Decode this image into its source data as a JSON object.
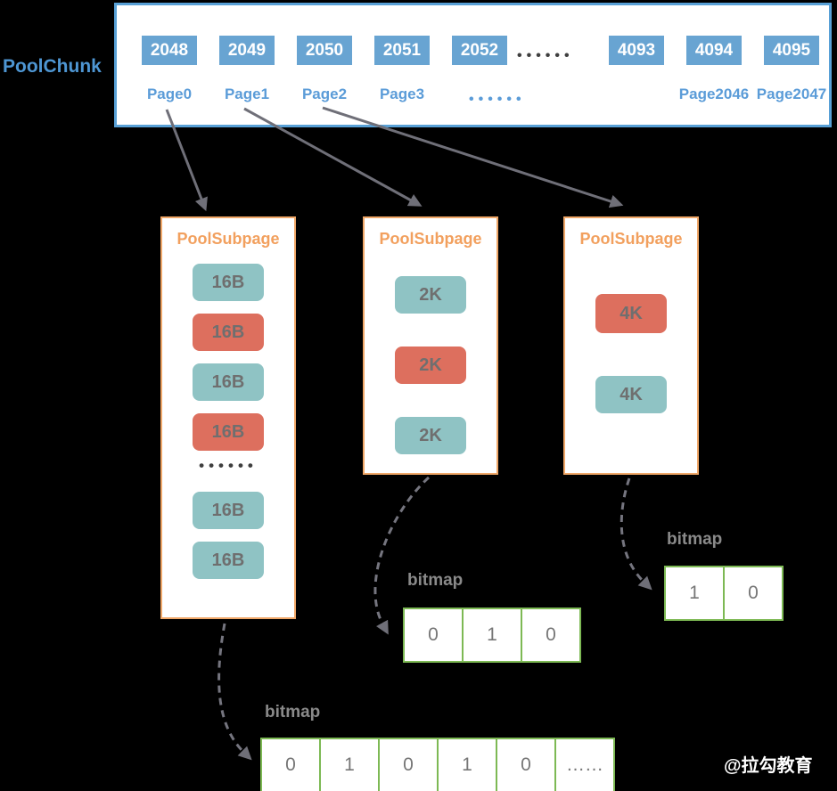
{
  "chunk": {
    "label": "PoolChunk",
    "blocks": [
      "2048",
      "2049",
      "2050",
      "2051",
      "2052",
      "4093",
      "4094",
      "4095"
    ],
    "pages": [
      "Page0",
      "Page1",
      "Page2",
      "Page3",
      "Page2046",
      "Page2047"
    ],
    "ellipsis_blocks": "••••••",
    "ellipsis_pages": "••••••"
  },
  "subpages": [
    {
      "title": "PoolSubpage",
      "ellipsis": "••••••",
      "blocks": [
        {
          "label": "16B",
          "state": "free"
        },
        {
          "label": "16B",
          "state": "used"
        },
        {
          "label": "16B",
          "state": "free"
        },
        {
          "label": "16B",
          "state": "used"
        },
        {
          "label": "16B",
          "state": "free"
        },
        {
          "label": "16B",
          "state": "free"
        }
      ]
    },
    {
      "title": "PoolSubpage",
      "blocks": [
        {
          "label": "2K",
          "state": "free"
        },
        {
          "label": "2K",
          "state": "used"
        },
        {
          "label": "2K",
          "state": "free"
        }
      ]
    },
    {
      "title": "PoolSubpage",
      "blocks": [
        {
          "label": "4K",
          "state": "used"
        },
        {
          "label": "4K",
          "state": "free"
        }
      ]
    }
  ],
  "bitmaps": {
    "subpage16b": {
      "label": "bitmap",
      "cells": [
        "0",
        "1",
        "0",
        "1",
        "0",
        "……"
      ]
    },
    "subpage2k": {
      "label": "bitmap",
      "cells": [
        "0",
        "1",
        "0"
      ]
    },
    "subpage4k": {
      "label": "bitmap",
      "cells": [
        "1",
        "0"
      ]
    }
  },
  "watermark": "@拉勾教育",
  "colors": {
    "background": "#000000",
    "chunk_block_blue": "#68A4D2",
    "chunk_border_blue": "#58A0D6",
    "page_label_blue": "#5B9CD8",
    "subpage_orange": "#F0A768",
    "block_free_teal": "#8FC3C4",
    "block_used_red": "#DD6F5E",
    "bitmap_border_green": "#7DB954",
    "gray_text": "#767676",
    "arrow_gray": "#6F6F78",
    "watermark_white": "#FFFFFF"
  }
}
